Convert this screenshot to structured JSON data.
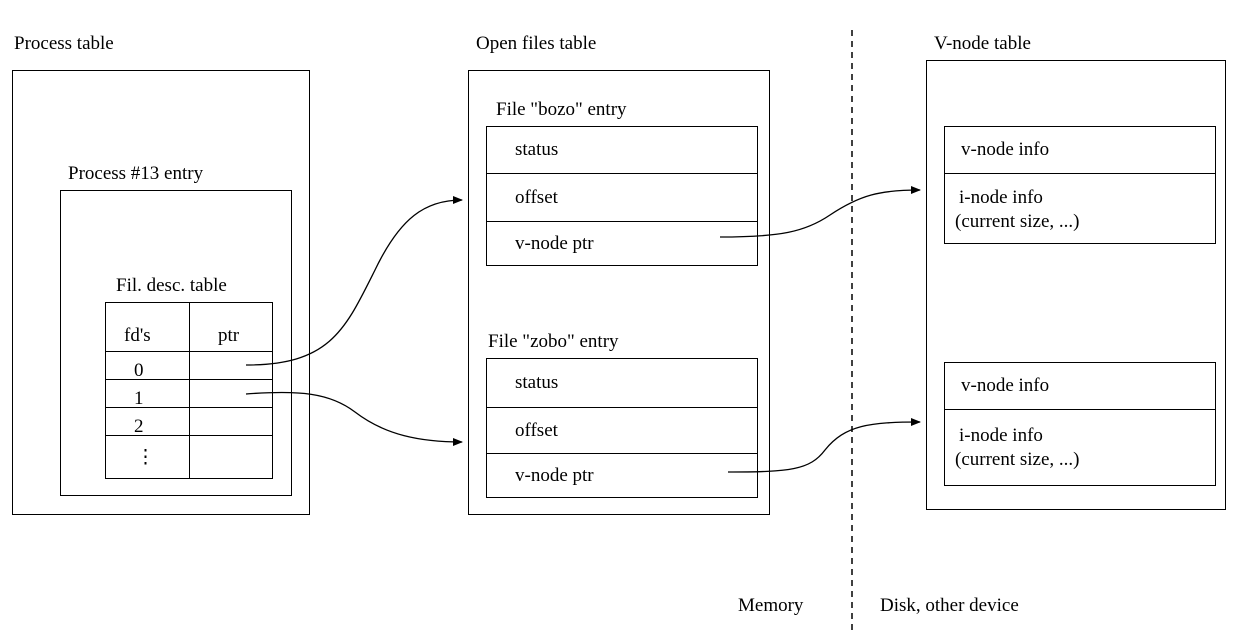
{
  "process_table": {
    "title": "Process table",
    "entry": {
      "title": "Process #13 entry",
      "fd_table": {
        "title": "Fil. desc. table",
        "columns": [
          "fd's",
          "ptr"
        ],
        "rows": [
          "0",
          "1",
          "2",
          "⋮"
        ]
      }
    }
  },
  "open_files_table": {
    "title": "Open files table",
    "entries": [
      {
        "title": "File \"bozo\" entry",
        "fields": [
          "status",
          "offset",
          "v-node ptr"
        ]
      },
      {
        "title": "File \"zobo\" entry",
        "fields": [
          "status",
          "offset",
          "v-node ptr"
        ]
      }
    ]
  },
  "vnode_table": {
    "title": "V-node table",
    "entries": [
      {
        "vnode_info": "v-node info",
        "inode_info": "i-node info",
        "inode_detail": "(current size, ...)"
      },
      {
        "vnode_info": "v-node info",
        "inode_info": "i-node info",
        "inode_detail": "(current size, ...)"
      }
    ]
  },
  "divider": {
    "left_label": "Memory",
    "right_label": "Disk, other device"
  },
  "arrows": [
    {
      "from": "fd 0 ptr",
      "to": "File \"bozo\" entry"
    },
    {
      "from": "fd 1 ptr",
      "to": "File \"zobo\" entry"
    },
    {
      "from": "bozo v-node ptr",
      "to": "v-node entry 1"
    },
    {
      "from": "zobo v-node ptr",
      "to": "v-node entry 2"
    }
  ]
}
